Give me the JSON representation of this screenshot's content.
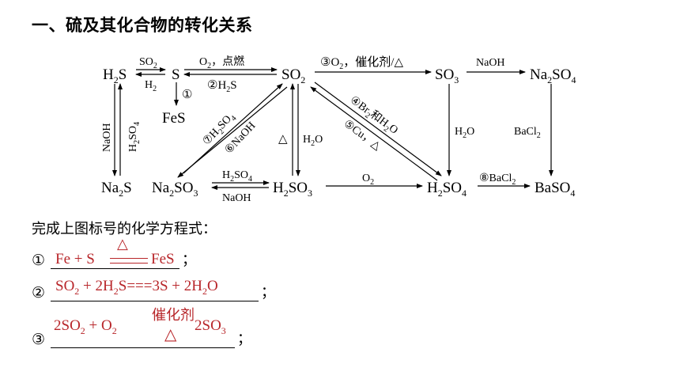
{
  "title": "一、硫及其化合物的转化关系",
  "diagram": {
    "nodes": {
      "h2s": {
        "main": "H",
        "sub": "2",
        "tail": "S"
      },
      "s": "S",
      "so2": {
        "main": "SO",
        "sub": "2"
      },
      "so3": {
        "main": "SO",
        "sub": "3"
      },
      "na2so4": {
        "a": "Na",
        "s1": "2",
        "b": "SO",
        "s2": "4"
      },
      "fes": "FeS",
      "na2s": {
        "a": "Na",
        "s1": "2",
        "b": "S"
      },
      "na2so3": {
        "a": "Na",
        "s1": "2",
        "b": "SO",
        "s2": "3"
      },
      "h2so3": {
        "a": "H",
        "s1": "2",
        "b": "SO",
        "s2": "3"
      },
      "h2so4": {
        "a": "H",
        "s1": "2",
        "b": "SO",
        "s2": "4"
      },
      "baso4": {
        "a": "BaSO",
        "s1": "4"
      }
    },
    "labels": {
      "h2s_s_top": {
        "main": "SO",
        "sub": "2"
      },
      "h2s_s_bottom": {
        "main": "H",
        "sub": "2"
      },
      "s_so2_top": {
        "a": "O",
        "s1": "2",
        "b": "，点燃"
      },
      "s_so2_bottom": {
        "a": "②H",
        "s1": "2",
        "b": "S"
      },
      "so2_so3": {
        "a": "③O",
        "s1": "2",
        "b": "，催化剂/△"
      },
      "so3_na2so4": "NaOH",
      "s_fes": "①",
      "h2s_na2s_left": "NaOH",
      "h2s_na2s_right": {
        "a": "H",
        "s1": "2",
        "b": "SO",
        "s2": "4"
      },
      "so2_na2so3_a": {
        "a": "⑦H",
        "s1": "2",
        "b": "SO",
        "s2": "4"
      },
      "so2_na2so3_b": "⑥NaOH",
      "so2_h2so3_left": "△",
      "so2_h2so3_right": {
        "a": "H",
        "s1": "2",
        "b": "O"
      },
      "so2_h2so4_a": {
        "a": "④Br",
        "s1": "2",
        "b": "和H",
        "s2": "2",
        "c": "O"
      },
      "so2_h2so4_b": "⑤Cu，△",
      "so3_h2so4": {
        "a": "H",
        "s1": "2",
        "b": "O"
      },
      "na2so4_baso4": {
        "a": "BaCl",
        "s1": "2"
      },
      "na2so3_h2so3_top": {
        "a": "H",
        "s1": "2",
        "b": "SO",
        "s2": "4"
      },
      "na2so3_h2so3_bottom": "NaOH",
      "h2so3_h2so4": {
        "a": "O",
        "s1": "2"
      },
      "h2so4_baso4": {
        "a": "⑧BaCl",
        "s1": "2"
      }
    }
  },
  "prompt": "完成上图标号的化学方程式：",
  "equations": [
    {
      "number": "①",
      "semicolon": "；",
      "answer": {
        "reactants": "Fe + S",
        "condition": "△",
        "products": "FeS"
      }
    },
    {
      "number": "②",
      "semicolon": "；",
      "answer": {
        "r1": "SO",
        "r1s": "2",
        "r2": " + 2H",
        "r2s": "2",
        "r3": "S",
        "eq": "===",
        "p1": "3S + 2H",
        "p1s": "2",
        "p2": "O"
      }
    },
    {
      "number": "③",
      "semicolon": "；",
      "answer": {
        "r1": "2SO",
        "r1s": "2",
        "r2": " + O",
        "r2s": "2",
        "cond_top": "催化剂",
        "cond_bottom": "△",
        "p1": "2SO",
        "p1s": "3"
      }
    }
  ]
}
